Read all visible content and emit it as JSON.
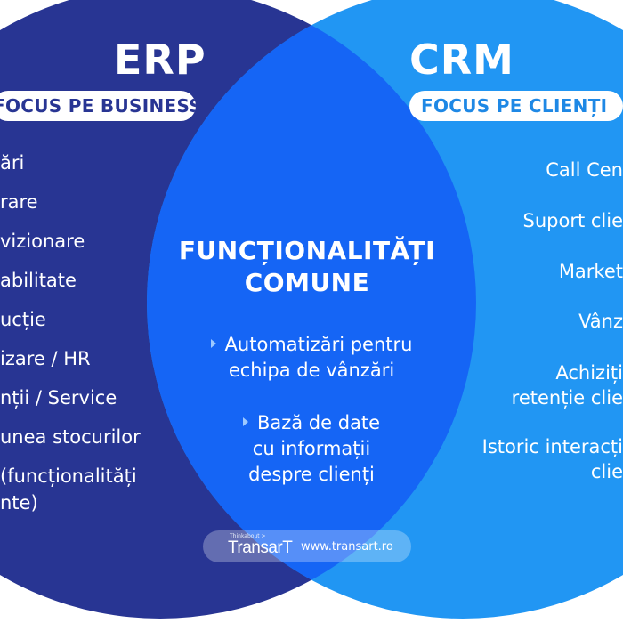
{
  "colors": {
    "erp_circle": "#283593",
    "crm_circle": "#2196F3",
    "overlap": "#1565F5",
    "erp_pill_text": "#283593",
    "crm_pill_text": "#1E88E5"
  },
  "erp": {
    "title": "ERP",
    "pill": "FOCUS PE BUSINESS",
    "items": [
      "ări",
      "rare",
      "vizionare",
      "abilitate",
      "ucție",
      "izare / HR",
      "nții / Service",
      "unea stocurilor",
      "(funcționalități",
      "nte)"
    ]
  },
  "crm": {
    "title": "CRM",
    "pill": "FOCUS PE CLIENȚI",
    "items": [
      "Call Cen",
      "Suport clie",
      "Market",
      "Vânz",
      "Achiziți",
      "retenție clie",
      "Istoric interacți",
      "clie"
    ]
  },
  "common": {
    "title_line1": "FUNCȚIONALITĂȚI",
    "title_line2": "COMUNE",
    "items": [
      {
        "line1": "Automatizări pentru",
        "line2": "echipa de vânzări"
      },
      {
        "line1": "Bază de date",
        "line2": "cu informații",
        "line3": "despre clienți"
      }
    ]
  },
  "watermark": {
    "sub": "Thinkabout >",
    "brand": "TransarT",
    "url": "www.transart.ro"
  }
}
